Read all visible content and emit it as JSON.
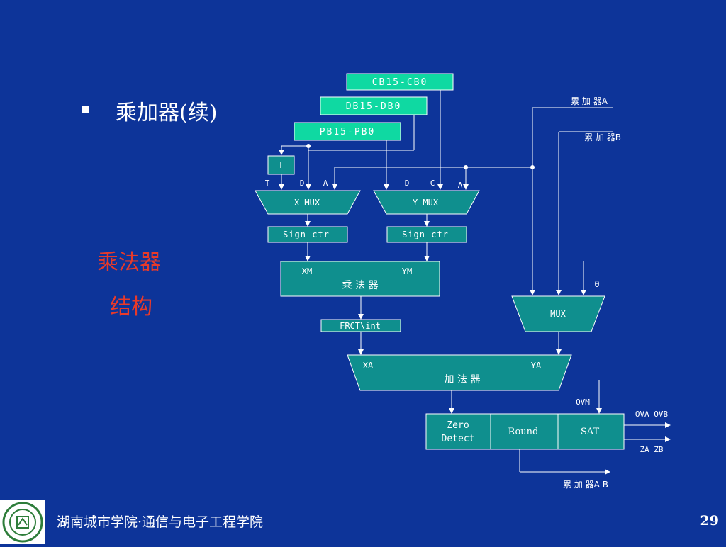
{
  "slide": {
    "title": "乘加器(续)",
    "side_label_line1": "乘法器",
    "side_label_line2": "结构",
    "footer": "湖南城市学院·通信与电子工程学院",
    "page_number": "29"
  },
  "diagram": {
    "buses": {
      "cb": "CB15-CB0",
      "db": "DB15-DB0",
      "pb": "PB15-PB0"
    },
    "t_reg": "T",
    "x_mux_inputs": {
      "t": "T",
      "d": "D",
      "a": "A"
    },
    "y_mux_inputs": {
      "d": "D",
      "c": "C",
      "a": "A"
    },
    "x_mux": "X MUX",
    "y_mux": "Y MUX",
    "sign_ctr_left": "Sign ctr",
    "sign_ctr_right": "Sign ctr",
    "multiplier": {
      "xm": "XM",
      "ym": "YM",
      "name": "乘 法 器"
    },
    "frct": "FRCT\\int",
    "adder": {
      "xa": "XA",
      "ya": "YA",
      "name": "加 法 器"
    },
    "accA": "累 加 器A",
    "accB": "累 加 器B",
    "mux": "MUX",
    "zero_input": "0",
    "ovm": "OVM",
    "zero_detect_line1": "Zero",
    "zero_detect_line2": "Detect",
    "round": "Round",
    "sat": "SAT",
    "ova_ovb": "OVA OVB",
    "za_zb": "ZA ZB",
    "acc_ab_out": "累 加 器A B"
  },
  "colors": {
    "background": "#0d3499",
    "box_fill": "#0f8f8e",
    "bus_fill": "#0fd9a2",
    "line": "#ffffff",
    "red_text": "#e83a2a"
  }
}
